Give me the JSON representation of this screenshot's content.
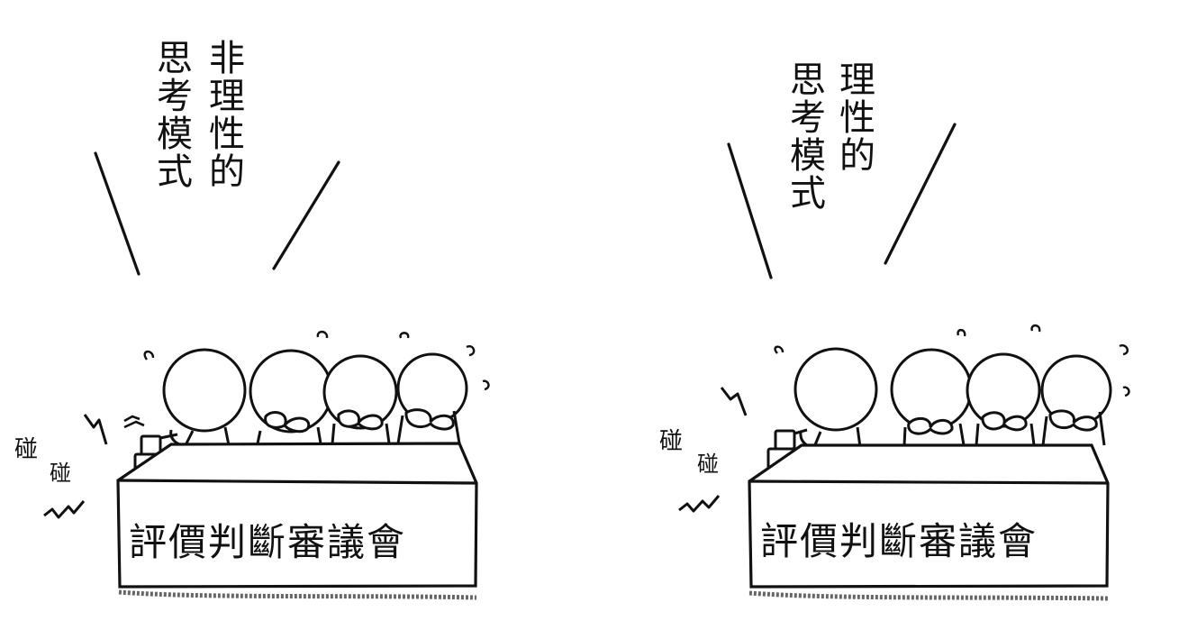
{
  "left_panel": {
    "title_line1": "非理性的",
    "title_line2": "思考模式",
    "table_label": "評價判斷審議會",
    "sound_effect_large": "碰",
    "sound_effect_small": "碰"
  },
  "right_panel": {
    "title_line1": "理性的",
    "title_line2": "思考模式",
    "table_label": "評價判斷審議會",
    "sound_effect_large": "碰",
    "sound_effect_small": "碰"
  }
}
